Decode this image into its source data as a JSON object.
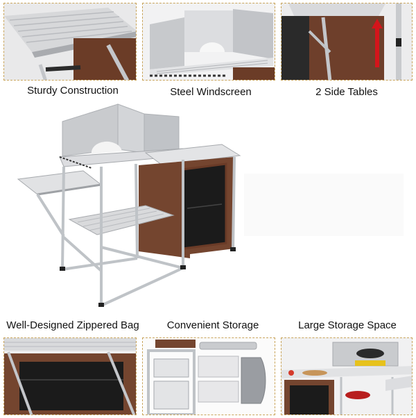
{
  "captions": {
    "top_left": "Sturdy Construction",
    "top_middle": "Steel Windscreen",
    "top_right": "2 Side Tables",
    "bottom_left": "Well-Designed Zippered Bag",
    "bottom_middle": "Convenient Storage",
    "bottom_right": "Large Storage Space"
  },
  "colors": {
    "aluminum": "#d9dadc",
    "frame": "#bfc3c7",
    "bag_brown": "#7a4a36",
    "mesh": "#1d1d1d",
    "arrow_red": "#d4151b",
    "border_gold": "#c9a45a"
  }
}
